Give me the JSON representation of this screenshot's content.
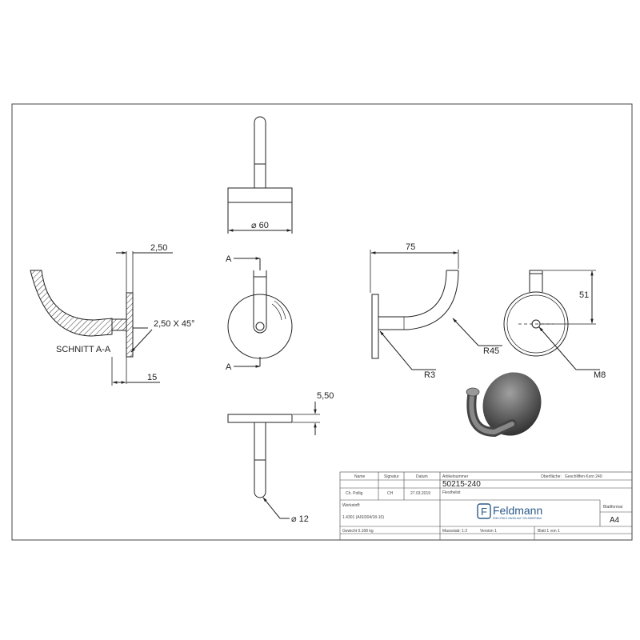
{
  "dimensions": {
    "top_diameter": "⌀ 60",
    "section_thickness": "2,50",
    "chamfer": "2,50 X 45°",
    "section_label": "SCHNITT A-A",
    "section_width": "15",
    "section_marker": "A",
    "side_width": "75",
    "bend_radius": "R45",
    "small_radius": "R3",
    "right_height": "51",
    "thread": "M8",
    "bottom_offset": "5,50",
    "rod_diameter": "⌀ 12"
  },
  "title_block": {
    "headers": {
      "name": "Name",
      "signature": "Signatur",
      "date": "Datum",
      "article_label": "Artikelnummer",
      "surface_label": "Oberfläche:",
      "surface_value": "Geschliffen Korn 240"
    },
    "name": "Ch. Pollig",
    "signature": "CH",
    "date": "27.03.2019",
    "article_number": "50215-240",
    "note_label": "Flexthelist",
    "material_label": "Werkstoff:",
    "material_value": "1.4301 (AISI304/18-10)",
    "weight": "Gewicht 0.168 kg",
    "scale": "Massstab: 1:2",
    "version": "Version 1",
    "sheet": "Blatt 1 von 1",
    "format_label": "Blattformat",
    "format_value": "A4",
    "logo_text": "Feldmann",
    "logo_tagline": "EDELSTAHL HANDLAUF GELÄNDERBAU",
    "logo_mark": "F"
  }
}
